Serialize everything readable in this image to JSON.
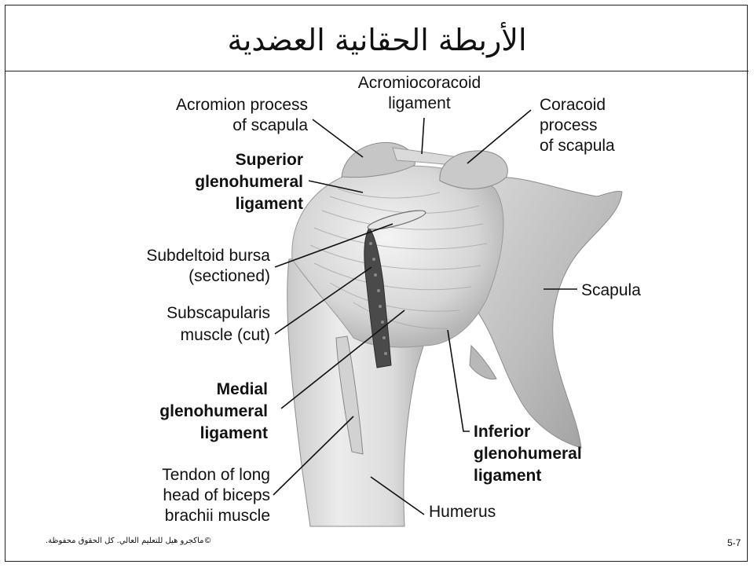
{
  "slide": {
    "title": "الأربطة الحقانية العضدية",
    "copyright": "©ماكجرو هيل للتعليم العالي. كل الحقوق محفوظة.",
    "page_number": "5-7"
  },
  "labels": {
    "acromion_l1": "Acromion process",
    "acromion_l2": "of scapula",
    "acromiocoracoid_l1": "Acromiocoracoid",
    "acromiocoracoid_l2": "ligament",
    "coracoid_l1": "Coracoid",
    "coracoid_l2": "process",
    "coracoid_l3": "of scapula",
    "superior_l1": "Superior",
    "superior_l2": "glenohumeral",
    "superior_l3": "ligament",
    "subdeltoid_l1": "Subdeltoid bursa",
    "subdeltoid_l2": "(sectioned)",
    "subscap_l1": "Subscapularis",
    "subscap_l2": "muscle (cut)",
    "scapula": "Scapula",
    "medial_l1": "Medial",
    "medial_l2": "glenohumeral",
    "medial_l3": "ligament",
    "inferior_l1": "Inferior",
    "inferior_l2": "glenohumeral",
    "inferior_l3": "ligament",
    "tendon_l1": "Tendon of long",
    "tendon_l2": "head of biceps",
    "tendon_l3": "brachii muscle",
    "humerus": "Humerus"
  }
}
